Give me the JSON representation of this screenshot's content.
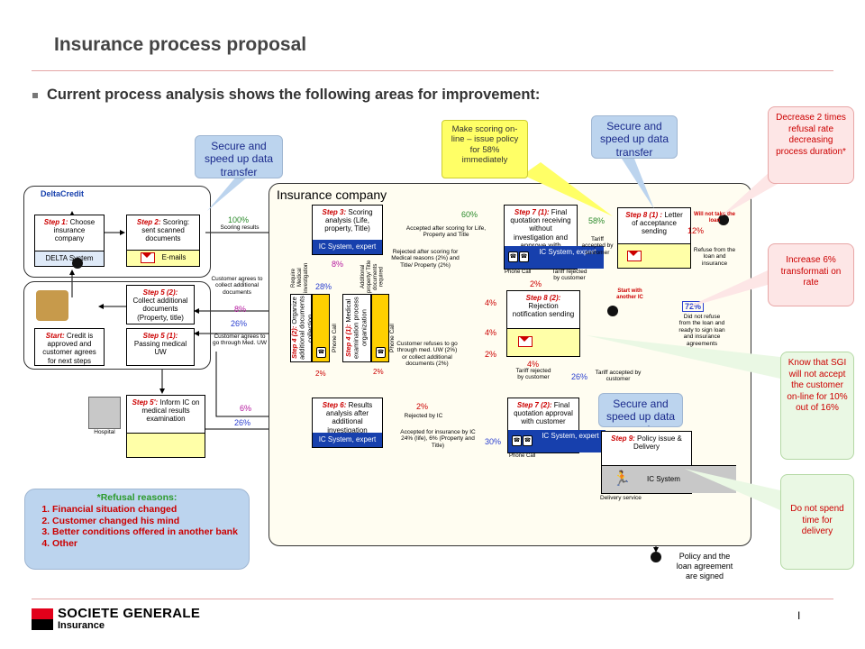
{
  "title": "Insurance process proposal",
  "bullet": "Current process analysis shows the following areas for improvement:",
  "regions": {
    "company": "Insurance company"
  },
  "callouts": {
    "secure_left": "Secure and speed up data transfer",
    "scoring": "Make scoring on-line – issue policy for 58% immediately",
    "secure_top": "Secure and speed up data transfer",
    "secure_mid": "Secure and speed up data transfer",
    "refusal_rate": "Decrease 2 times refusal rate decreasing process duration*",
    "transform": "Increase 6% transformati on rate",
    "sgi": "Know that SGI will not accept the customer on-line for 10% out of 16%",
    "delivery": "Do not spend time for delivery"
  },
  "deltacredit": {
    "logo": "DeltaCredit"
  },
  "steps": {
    "s1": {
      "step": "Step 1:",
      "text": "Choose insurance company",
      "system": "DELTA System"
    },
    "s2": {
      "step": "Step 2:",
      "text": "Scoring: sent scanned documents",
      "system": "E-mails"
    },
    "s3": {
      "step": "Step 3:",
      "text": "Scoring analysis (Life, property, Title)",
      "system": "IC System, expert"
    },
    "s52": {
      "step": "Step 5 (2):",
      "text": "Collect additional documents (Property, title)"
    },
    "s51": {
      "step": "Step 5 (1):",
      "text": "Passing medical UW"
    },
    "start": {
      "step": "Start:",
      "text": "Credit is approved and customer agrees for next steps"
    },
    "s42": {
      "step": "Step 4 (2):",
      "text": "Organize additional documents collection"
    },
    "s41": {
      "step": "Step 4 (1):",
      "text": "Medical examination process organization"
    },
    "s5p": {
      "step": "Step 5':",
      "text": "Inform IC on medical results examination"
    },
    "s6": {
      "step": "Step 6:",
      "text": "Results analysis after additional investigation",
      "system": "IC System, expert"
    },
    "s71": {
      "step": "Step 7 (1):",
      "text": "Final quotation receiving without investigation and approve with customer",
      "system": "IC System, expert"
    },
    "s72": {
      "step": "Step 7 (2):",
      "text": "Final quotation approval with customer",
      "system": "IC System, expert"
    },
    "s82": {
      "step": "Step 8 (2):",
      "text": "Rejection notification sending"
    },
    "s81": {
      "step": "Step 8 (1) :",
      "text": "Letter of acceptance sending"
    },
    "s9": {
      "step": "Step 9:",
      "text": "Policy issue & Delivery",
      "system": "IC System"
    }
  },
  "labels": {
    "scoring_results": "Scoring results",
    "accepted_scoring": "Accepted after scoring for Life, Property and Title",
    "rejected_scoring": "Rejected after scoring for Medical reasons (2%) and Title/ Property (2%)",
    "require_med": "Require Medical investigation",
    "additional_prop": "Additional property/ Title documents required",
    "cust_agrees_docs": "Customer agrees to collect additional documents",
    "cust_agrees_med": "Customer agrees to go through Med. UW",
    "cust_refuses": "Customer refuses to go through med. UW (2%) or collect additional documents (2%)",
    "rejected_ic": "Rejected by IC",
    "accepted_ic": "Accepted for insurance by IC 24% (life), 6% (Property and Title)",
    "phone_call": "Phone Call",
    "phone_call2": "Phone Call",
    "phone_call3": "Phone Call",
    "phone_call4": "Phone Call",
    "tariff_accepted_1": "Tariff accepted by customer",
    "tariff_rejected_1": "Tariff rejected by customer",
    "tariff_rejected_2": "Tariff rejected by customer",
    "tariff_accepted_2": "Tariff accepted by customer",
    "will_not_take": "Will not take the loan",
    "refuse_from_loan": "Refuse from the loan and insurance",
    "start_with_another": "Start with another IC",
    "did_not_refuse": "Did not refuse from the loan and ready to sign loan and insurance agreements",
    "hospital": "Hospital",
    "delivery_service": "Delivery service",
    "policy_signed": "Policy and the loan agreement are signed"
  },
  "percents": {
    "p100": "100%",
    "p60": "60%",
    "p58": "58%",
    "p12": "12%",
    "p8a": "8%",
    "p28": "28%",
    "p8b": "8%",
    "p26a": "26%",
    "p4a": "4%",
    "p4b": "4%",
    "p2a": "2%",
    "p2b": "2%",
    "p2c": "2%",
    "p2d": "2%",
    "p72": "72%",
    "p6": "6%",
    "p26b": "26%",
    "p2e": "2%",
    "p30": "30%",
    "p4c": "4%",
    "p26c": "26%"
  },
  "refusal": {
    "heading": "*Refusal reasons:",
    "items": [
      "Financial situation changed",
      "Customer changed his mind",
      "Better conditions offered in another bank",
      "Other"
    ]
  },
  "footer": {
    "brand": "SOCIETE GENERALE",
    "sub": "Insurance",
    "page": "I"
  }
}
